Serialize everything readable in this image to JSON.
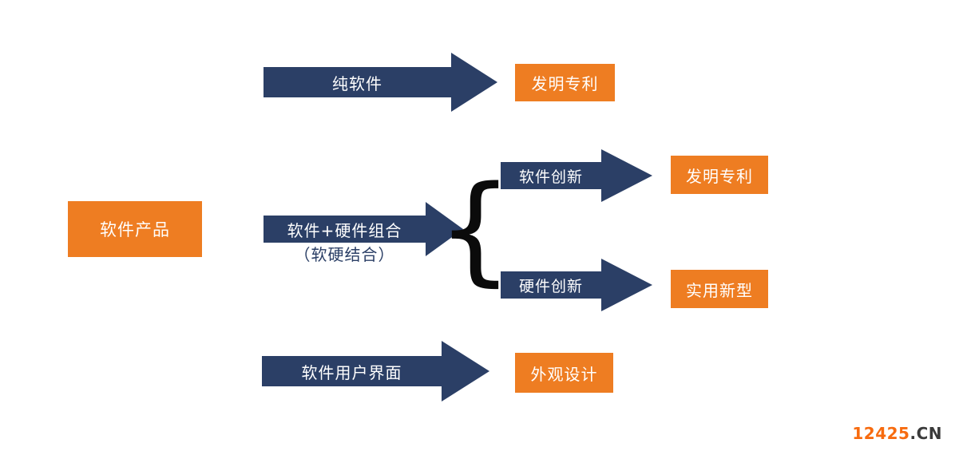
{
  "colors": {
    "background": "#FFFFFF",
    "navy": "#2B3F66",
    "orange": "#EE7D22",
    "brace": "#0B0B0B",
    "watermark-orange": "#F76B0F",
    "watermark-dark": "#3B3B3B"
  },
  "diagram": {
    "root_label": "软件产品",
    "brace_glyph": "{",
    "rows": [
      {
        "arrow_label": "纯软件",
        "result_label": "发明专利"
      },
      {
        "arrow_label": "软件+硬件组合",
        "arrow_sublabel": "（软硬结合）",
        "branches": [
          {
            "arrow_label": "软件创新",
            "result_label": "发明专利"
          },
          {
            "arrow_label": "硬件创新",
            "result_label": "实用新型"
          }
        ]
      },
      {
        "arrow_label": "软件用户界面",
        "result_label": "外观设计"
      }
    ]
  },
  "watermark": {
    "number": "12425",
    "suffix": ".CN"
  }
}
